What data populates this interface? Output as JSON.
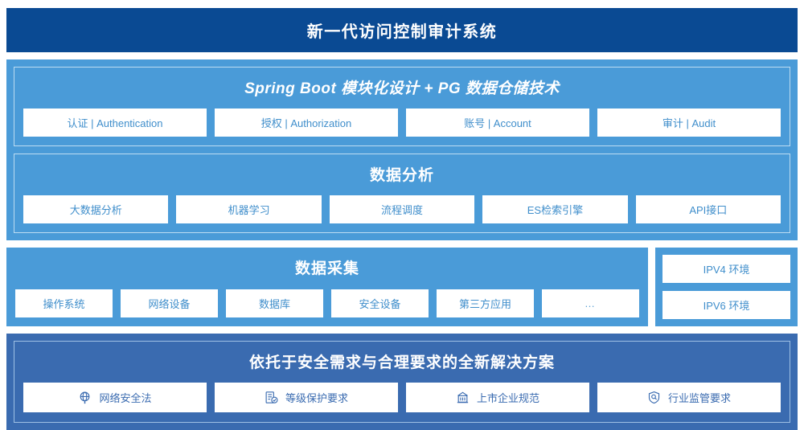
{
  "header": {
    "title": "新一代访问控制审计系统",
    "bg_color": "#0a4a93"
  },
  "platform": {
    "bg_color": "#4a9bd8",
    "sections": [
      {
        "title": "Spring Boot 模块化设计 + PG 数据仓储技术",
        "items": [
          {
            "label": "认证 | Authentication"
          },
          {
            "label": "授权 | Authorization"
          },
          {
            "label": "账号 | Account"
          },
          {
            "label": "审计 | Audit"
          }
        ]
      },
      {
        "title": "数据分析",
        "items": [
          {
            "label": "大数据分析"
          },
          {
            "label": "机器学习"
          },
          {
            "label": "流程调度"
          },
          {
            "label": "ES检索引擎"
          },
          {
            "label": "API接口"
          }
        ]
      }
    ]
  },
  "collection": {
    "title": "数据采集",
    "items": [
      {
        "label": "操作系统"
      },
      {
        "label": "网络设备"
      },
      {
        "label": "数据库"
      },
      {
        "label": "安全设备"
      },
      {
        "label": "第三方应用"
      },
      {
        "label": "…"
      }
    ],
    "environments": [
      {
        "label": "IPV4 环境"
      },
      {
        "label": "IPV6 环境"
      }
    ]
  },
  "compliance": {
    "title": "依托于安全需求与合理要求的全新解决方案",
    "bg_color": "#3a6bb0",
    "items": [
      {
        "label": "网络安全法",
        "icon": "globe-network-icon"
      },
      {
        "label": "等级保护要求",
        "icon": "document-check-icon"
      },
      {
        "label": "上市企业规范",
        "icon": "bank-building-icon"
      },
      {
        "label": "行业监管要求",
        "icon": "shield-search-icon"
      }
    ]
  }
}
